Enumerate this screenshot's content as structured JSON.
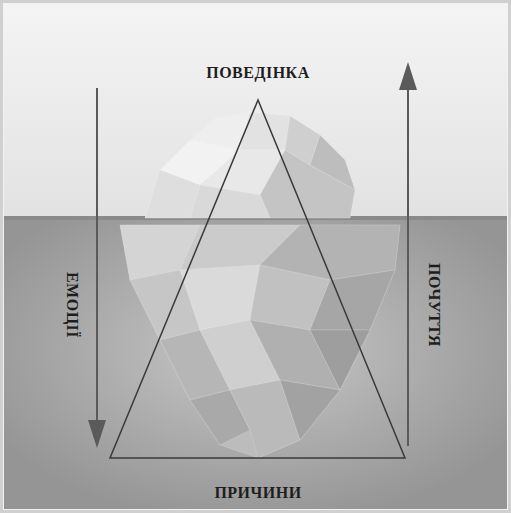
{
  "diagram": {
    "labels": [
      "ПОВЕДІНКА",
      "ЕМОЦІЇ",
      "ПОЧУТТЯ",
      "ПРИЧИНИ"
    ]
  }
}
